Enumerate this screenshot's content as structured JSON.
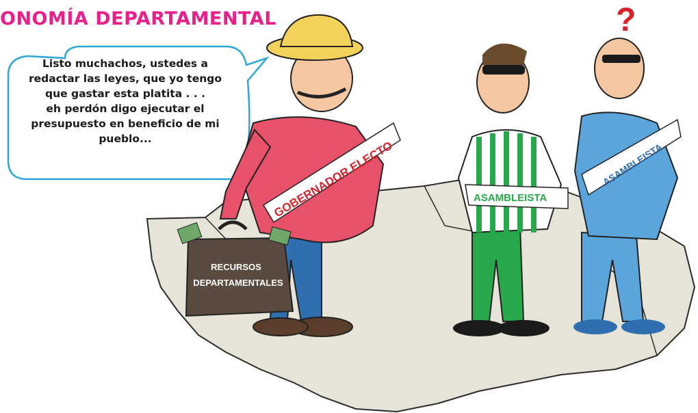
{
  "title": "ONOMÍA DEPARTAMENTAL",
  "speech_bubble": {
    "lines": [
      "Listo muchachos, ustedes a",
      "redactar las leyes, que yo tengo",
      "que gastar esta platita . . .",
      "eh perdón digo ejecutar el",
      "presupuesto en beneficio de mi",
      "pueblo..."
    ]
  },
  "characters": {
    "governor": {
      "sash": "GOBERNADOR ELECTO"
    },
    "assembly_member_green": {
      "sash": "ASAMBLEISTA"
    },
    "assembly_member_blue": {
      "sash": "ASAMBLEISTA"
    }
  },
  "briefcase": {
    "line1": "RECURSOS",
    "line2": "DEPARTAMENTALES"
  },
  "question_mark": "?",
  "colors": {
    "title": "#ea1f8a",
    "map_fill": "#e6e3d8",
    "bubble_stroke": "#2aa7d6",
    "shirt_red": "#e7526a",
    "jeans": "#2f6fb0",
    "hat": "#f3d15a",
    "green_jersey": "#27a84a",
    "blue_jersey": "#5aa6dc",
    "briefcase": "#5b4a3f"
  }
}
